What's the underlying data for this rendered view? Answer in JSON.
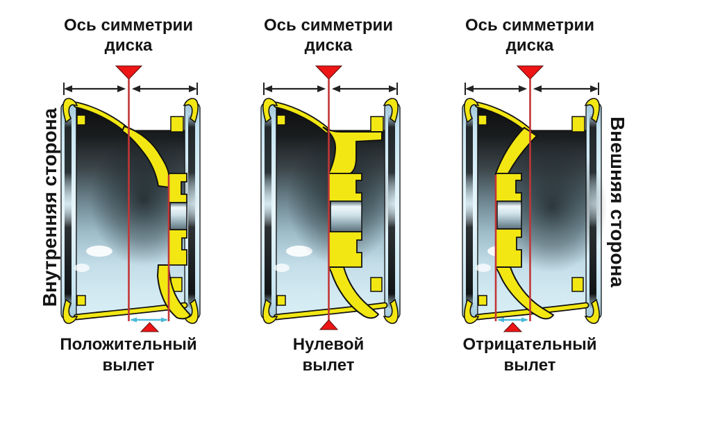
{
  "side_labels": {
    "left": "Внутренняя сторона",
    "right": "Внешняя сторона"
  },
  "wheels": [
    {
      "name": "positive-offset",
      "axis_label_line1": "Ось симметрии",
      "axis_label_line2": "диска",
      "offset_label_line1": "Положительный",
      "offset_label_line2": "вылет"
    },
    {
      "name": "zero-offset",
      "axis_label_line1": "Ось симметрии",
      "axis_label_line2": "диска",
      "offset_label_line1": "Нулевой",
      "offset_label_line2": "вылет"
    },
    {
      "name": "negative-offset",
      "axis_label_line1": "Ось симметрии",
      "axis_label_line2": "диска",
      "offset_label_line1": "Отрицательный",
      "offset_label_line2": "вылет"
    }
  ],
  "colors": {
    "rim_outline_yellow": "#f2e713",
    "axis_line_red": "#c23636",
    "marker_red": "#ed1515",
    "offset_dimension_cyan": "#49b9d9",
    "dimension_black": "#222222",
    "barrel_light_blue": "#cfe8f2",
    "text": "#111111"
  }
}
